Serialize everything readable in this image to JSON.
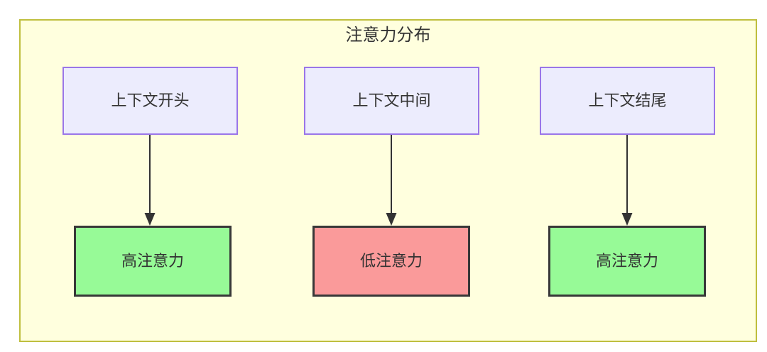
{
  "diagram": {
    "title": "注意力分布",
    "container": {
      "fill": "#ffffde",
      "stroke": "#bfbf3f"
    },
    "palette": {
      "source_fill": "#ececfd",
      "source_stroke": "#9a76e8",
      "high_fill": "#97fa97",
      "low_fill": "#fa9a9a",
      "node_stroke": "#383838",
      "edge_color": "#333333",
      "text_color": "#333333"
    },
    "columns": [
      {
        "source": {
          "label": "上下文开头"
        },
        "target": {
          "label": "高注意力",
          "state": "high"
        }
      },
      {
        "source": {
          "label": "上下文中间"
        },
        "target": {
          "label": "低注意力",
          "state": "low"
        }
      },
      {
        "source": {
          "label": "上下文结尾"
        },
        "target": {
          "label": "高注意力",
          "state": "high"
        }
      }
    ],
    "edges": [
      {
        "from": "上下文开头",
        "to": "高注意力",
        "label": ""
      },
      {
        "from": "上下文中间",
        "to": "低注意力",
        "label": ""
      },
      {
        "from": "上下文结尾",
        "to": "高注意力",
        "label": ""
      }
    ]
  }
}
